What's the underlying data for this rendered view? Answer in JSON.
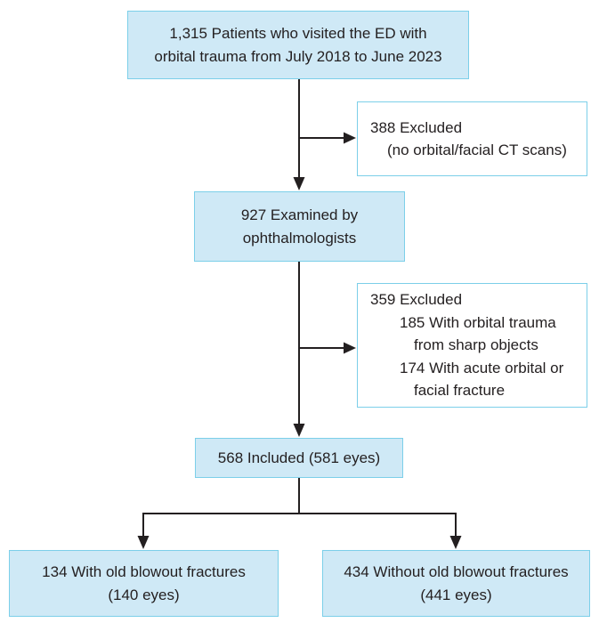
{
  "figure": {
    "type": "patient-flow-diagram",
    "colors": {
      "box_fill": "#cfe9f6",
      "box_border": "#7ccfe9",
      "connector": "#231f20",
      "text": "#231f20"
    },
    "boxes": {
      "enrolled": {
        "style": "filled",
        "lines": [
          "1,315 Patients who visited the ED with",
          "orbital trauma from July 2018 to June 2023"
        ]
      },
      "excluded1": {
        "style": "outline",
        "lines": [
          "388 Excluded",
          "(no orbital/facial CT scans)"
        ]
      },
      "examined": {
        "style": "filled",
        "lines": [
          "927 Examined by",
          "ophthalmologists"
        ]
      },
      "excluded2": {
        "style": "outline",
        "lines": [
          "359 Excluded",
          "185 With orbital trauma",
          "from sharp objects",
          "174 With acute orbital or",
          "facial fracture"
        ]
      },
      "included": {
        "style": "filled",
        "lines": [
          "568 Included (581 eyes)"
        ]
      },
      "with_old_fractures": {
        "style": "filled",
        "lines": [
          "134 With old blowout fractures",
          "(140 eyes)"
        ]
      },
      "without_old_fractures": {
        "style": "filled",
        "lines": [
          "434 Without old blowout fractures",
          "(441 eyes)"
        ]
      }
    }
  }
}
